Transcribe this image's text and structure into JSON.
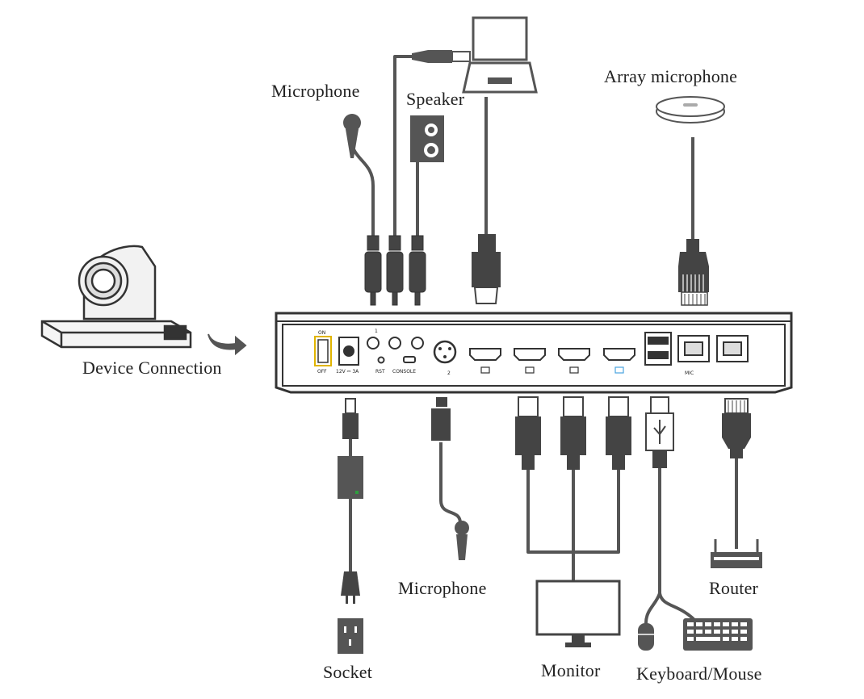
{
  "labels": {
    "microphone_top": "Microphone",
    "speaker": "Speaker",
    "array_microphone": "Array microphone",
    "device_connection": "Device Connection",
    "socket": "Socket",
    "microphone_bottom": "Microphone",
    "monitor": "Monitor",
    "keyboard_mouse": "Keyboard/Mouse",
    "router": "Router"
  },
  "panel": {
    "switch_on": "ON",
    "switch_off": "OFF",
    "power_rating": "12V ⎓ 3A",
    "reset": "RST",
    "console": "CONSOLE",
    "mic_in_1": "1",
    "mic_in_2": "2",
    "mic_port": "MIC"
  },
  "colors": {
    "cable": "#555555",
    "connector": "#444444",
    "device_outline": "#3a3a3a",
    "power_led": "#2e9e3e",
    "usb_accent": "#4aa3df",
    "switch_accent": "#e0b400"
  }
}
